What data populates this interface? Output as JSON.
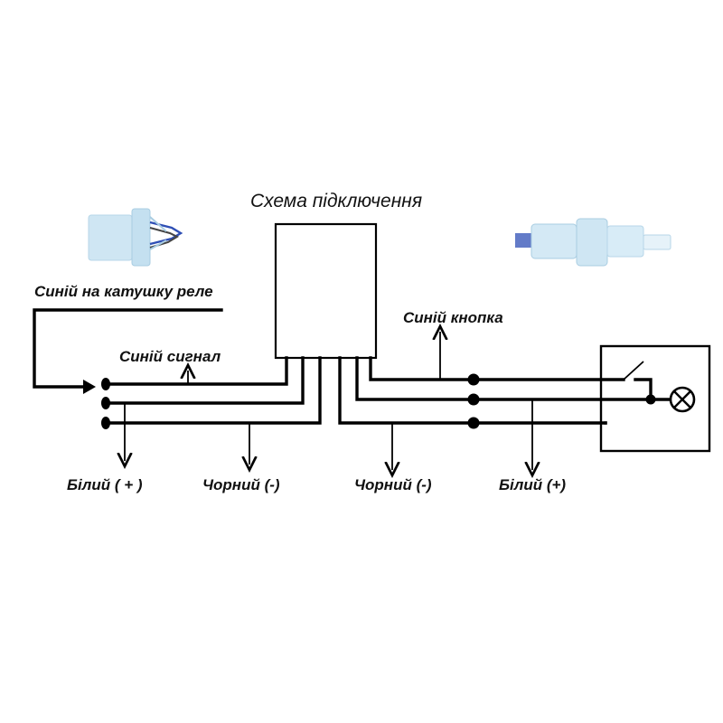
{
  "title": "Схема підключення",
  "labels": {
    "blue_coil": "Синій на катушку реле",
    "blue_signal": "Синій сигнал",
    "blue_button": "Синій кнопка",
    "white_left": "Білий ( + )",
    "black_left": "Чорний (-)",
    "black_right": "Чорний (-)",
    "white_right": "Білий (+)"
  },
  "colors": {
    "connector_body": "#cfe6f3",
    "connector_shade": "#a9cde2",
    "wire_blue": "#2f4fb5",
    "line": "#000000"
  },
  "icons": [
    "connector-female",
    "connector-male",
    "switch",
    "lamp"
  ]
}
